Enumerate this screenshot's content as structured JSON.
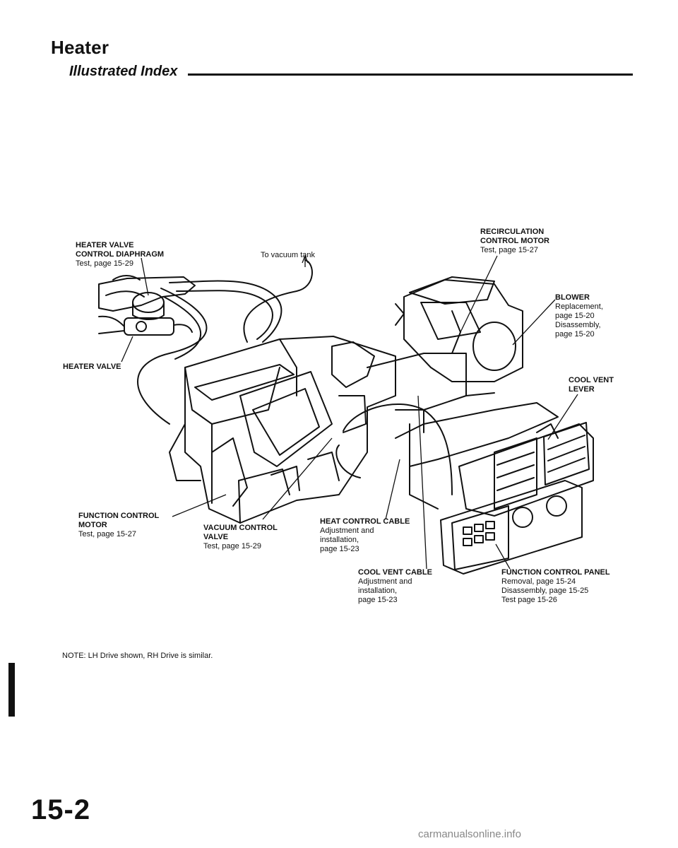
{
  "header": {
    "title": "Heater",
    "subtitle": "Illustrated Index"
  },
  "diagram": {
    "labels": {
      "heater_valve_diaphragm": {
        "name_lines": [
          "HEATER VALVE",
          "CONTROL DIAPHRAGM"
        ],
        "detail_lines": [
          "Test, page 15-29"
        ]
      },
      "vacuum_tank": {
        "name_lines": [],
        "detail_lines": [
          "To vacuum tank"
        ]
      },
      "recirculation_motor": {
        "name_lines": [
          "RECIRCULATION",
          "CONTROL MOTOR"
        ],
        "detail_lines": [
          "Test, page 15-27"
        ]
      },
      "blower": {
        "name_lines": [
          "BLOWER"
        ],
        "detail_lines": [
          "Replacement,",
          "page 15-20",
          "Disassembly,",
          "page 15-20"
        ]
      },
      "heater_valve": {
        "name_lines": [
          "HEATER VALVE"
        ],
        "detail_lines": []
      },
      "cool_vent_lever": {
        "name_lines": [
          "COOL VENT",
          "LEVER"
        ],
        "detail_lines": []
      },
      "function_control_motor": {
        "name_lines": [
          "FUNCTION CONTROL",
          "MOTOR"
        ],
        "detail_lines": [
          "Test, page 15-27"
        ]
      },
      "vacuum_control_valve": {
        "name_lines": [
          "VACUUM CONTROL",
          "VALVE"
        ],
        "detail_lines": [
          "Test, page 15-29"
        ]
      },
      "heat_control_cable": {
        "name_lines": [
          "HEAT CONTROL CABLE"
        ],
        "detail_lines": [
          "Adjustment and",
          "installation,",
          "page 15-23"
        ]
      },
      "cool_vent_cable": {
        "name_lines": [
          "COOL VENT CABLE"
        ],
        "detail_lines": [
          "Adjustment and",
          "installation,",
          "page 15-23"
        ]
      },
      "function_control_panel": {
        "name_lines": [
          "FUNCTION CONTROL PANEL"
        ],
        "detail_lines": [
          "Removal, page 15-24",
          "Disassembly, page 15-25",
          "Test page 15-26"
        ]
      }
    }
  },
  "note": "NOTE: LH Drive shown, RH Drive is similar.",
  "page_number": "15-2",
  "footer": "carmanualsonline.info"
}
